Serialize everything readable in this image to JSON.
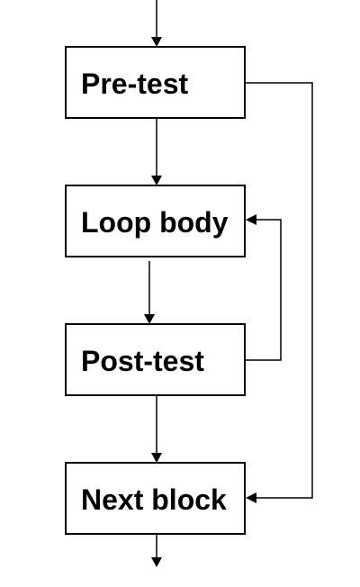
{
  "diagram": {
    "blocks": {
      "pre_test": "Pre-test",
      "loop_body": "Loop body",
      "post_test": "Post-test",
      "next_block": "Next block"
    },
    "edges": [
      {
        "from": "entry",
        "to": "pre_test"
      },
      {
        "from": "pre_test",
        "to": "loop_body"
      },
      {
        "from": "pre_test",
        "to": "next_block"
      },
      {
        "from": "loop_body",
        "to": "post_test"
      },
      {
        "from": "post_test",
        "to": "loop_body"
      },
      {
        "from": "post_test",
        "to": "next_block"
      },
      {
        "from": "next_block",
        "to": "exit"
      }
    ]
  }
}
